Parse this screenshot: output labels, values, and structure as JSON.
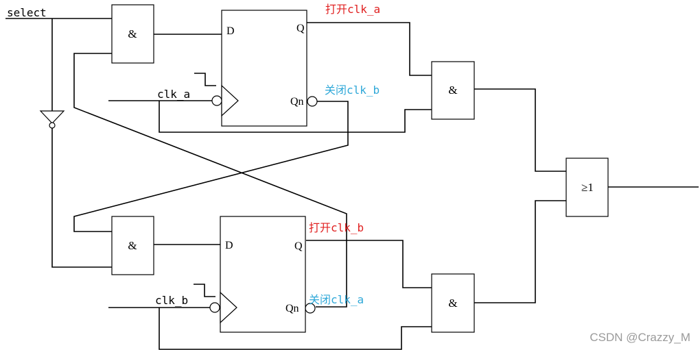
{
  "colors": {
    "open_label": "#e02020",
    "close_label": "#2fa8d8",
    "watermark": "#9a9a9a"
  },
  "inputs": {
    "select": "select",
    "clk_a": "clk_a",
    "clk_b": "clk_b"
  },
  "gates": {
    "and_symbol": "&",
    "or_symbol": "≥1"
  },
  "flipflop": {
    "d_pin": "D",
    "q_pin": "Q",
    "qn_pin": "Qn"
  },
  "annotations": {
    "open_clk_a": "打开clk_a",
    "close_clk_b": "关闭clk_b",
    "open_clk_b": "打开clk_b",
    "close_clk_a": "关闭clk_a"
  },
  "watermark": "CSDN @Crazzy_M"
}
